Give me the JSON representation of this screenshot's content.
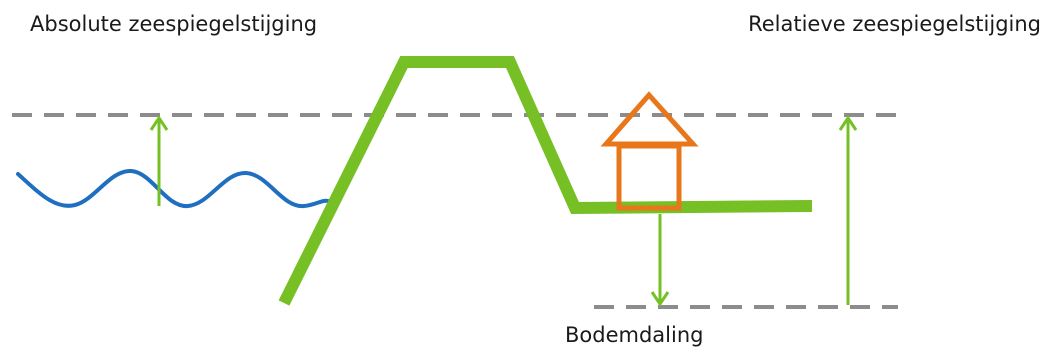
{
  "labels": {
    "absolute_sea_level_rise": "Absolute zeespiegelstijging",
    "relative_sea_level_rise": "Relatieve zeespiegelstijging",
    "subsidence": "Bodemdaling"
  },
  "colors": {
    "dike_ground": "#76c025",
    "arrow": "#76c025",
    "water": "#1f6fc1",
    "house": "#e8761a",
    "reference_line": "#8c8c8c",
    "text": "#1a1a1a"
  },
  "icons": {
    "wave": "water-wave-icon",
    "house": "house-icon",
    "dike": "dike-icon"
  }
}
